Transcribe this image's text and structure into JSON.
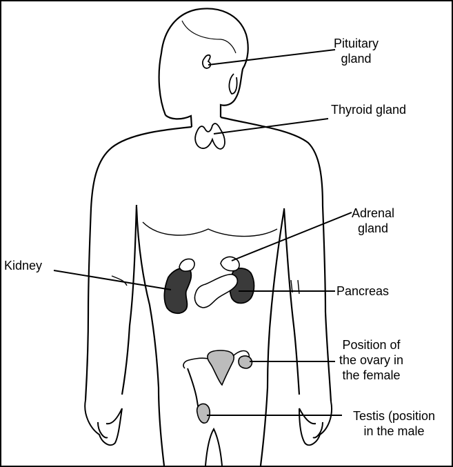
{
  "colors": {
    "ink": "#000000",
    "organ_dark": "#3a3a3a",
    "organ_light": "#bcbcbc",
    "paper": "#ffffff"
  },
  "labels": {
    "pituitary": [
      "Pituitary",
      "gland"
    ],
    "thyroid": [
      "Thyroid gland"
    ],
    "adrenal": [
      "Adrenal",
      "gland"
    ],
    "kidney": [
      "Kidney"
    ],
    "pancreas": [
      "Pancreas"
    ],
    "ovary": [
      "Position of",
      "the ovary in",
      "the female"
    ],
    "testis": [
      "Testis (position",
      "in the male"
    ]
  }
}
